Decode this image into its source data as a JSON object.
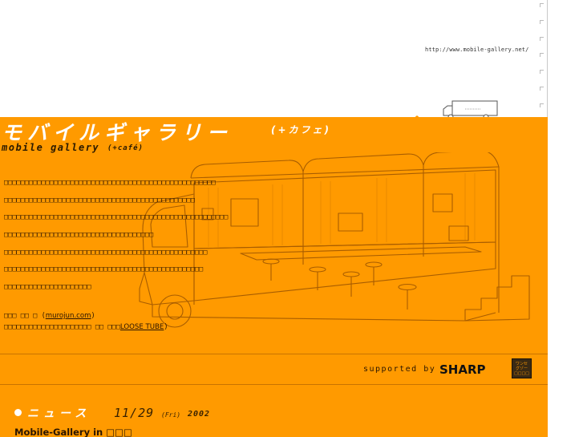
{
  "header": {
    "url": "http://www.mobile-gallery.net/"
  },
  "logo": {
    "title_jp": "モバイルギャラリー",
    "title_jp_sub": "(+カフェ)",
    "title_en": "mobile gallery",
    "title_en_sub": "(+café)"
  },
  "intro": {
    "lines": [
      "□□□□□□□□□□□□□□□□□□□□□□□□□□□□□□□□□□□□□□□□□□□□□□□□□□□",
      "□□□□□□□□□□□□□□□□□□□□□□□□□□□□□□□□□□□□□□□□□□□□□□",
      "□□□□□□□□□□□□□□□□□□□□□□□□□□□□□□□□□□□□□□□□□□□□□□□□□□□□□□",
      "□□□□□□□□□□□□□□□□□□□□□□□□□□□□□□□□□□□□",
      "□□□□□□□□□□□□□□□□□□□□□□□□□□□□□□□□□□□□□□□□□□□□□□□□□",
      "□□□□□□□□□□□□□□□□□□□□□□□□□□□□□□□□□□□□□□□□□□□□□□□□",
      "□□□□□□□□□□□□□□□□□□□□□"
    ]
  },
  "credits": {
    "line1_prefix": "□□□ □□ □ (",
    "line1_link": "murojun.com",
    "line1_suffix": ")",
    "line2_prefix": "□□□□□□□□□□□□□□□□□□□□□ □□ □□□",
    "line2_link": "LOOSE TUBE",
    "line2_suffix": ")"
  },
  "sponsor": {
    "supported_by": "supported by",
    "brand": "SHARP",
    "badge_lines": [
      "ワンセ",
      "グゾー",
      "□□□□"
    ]
  },
  "news": {
    "label": "ニュース",
    "date": "11/29",
    "day": "(Fri)",
    "year": "2002",
    "headline": "Mobile-Gallery in □□□"
  },
  "colors": {
    "orange": "#ff9a00",
    "text_dark": "#2a1500",
    "white": "#ffffff"
  },
  "icons": [
    "truck-icon",
    "truck-illustration",
    "sharp-logo",
    "badge-logo"
  ]
}
